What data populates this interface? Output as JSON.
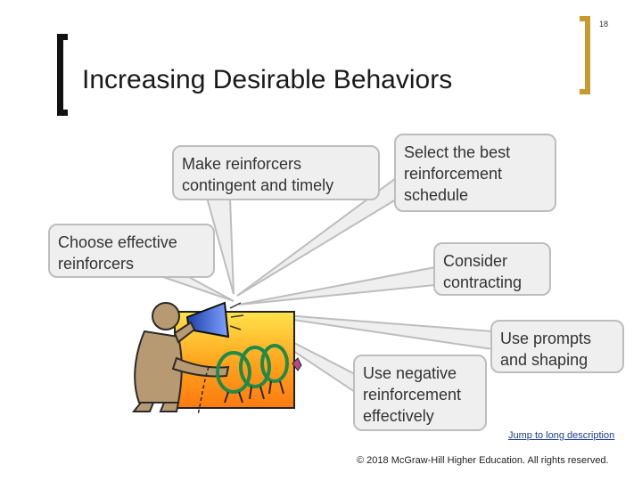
{
  "page_number": "18",
  "title": "Increasing Desirable Behaviors",
  "bubbles": {
    "contingent": [
      "Make reinforcers",
      "contingent and timely"
    ],
    "schedule": [
      "Select the best",
      "reinforcement",
      "schedule"
    ],
    "effective": [
      "Choose effective",
      "reinforcers"
    ],
    "contracting": [
      "Consider",
      "contracting"
    ],
    "prompts": [
      "Use prompts",
      "and shaping"
    ],
    "negative": [
      "Use negative",
      "reinforcement",
      "effectively"
    ]
  },
  "footer": {
    "link": "Jump to long description",
    "copyright": "© 2018 McGraw-Hill Higher Education. All rights reserved."
  },
  "colors": {
    "accent_bracket": "#c79a2e",
    "bubble_fill": "#efefef",
    "bubble_border": "#bdbdbd",
    "megaphone": "#2a55c8"
  }
}
